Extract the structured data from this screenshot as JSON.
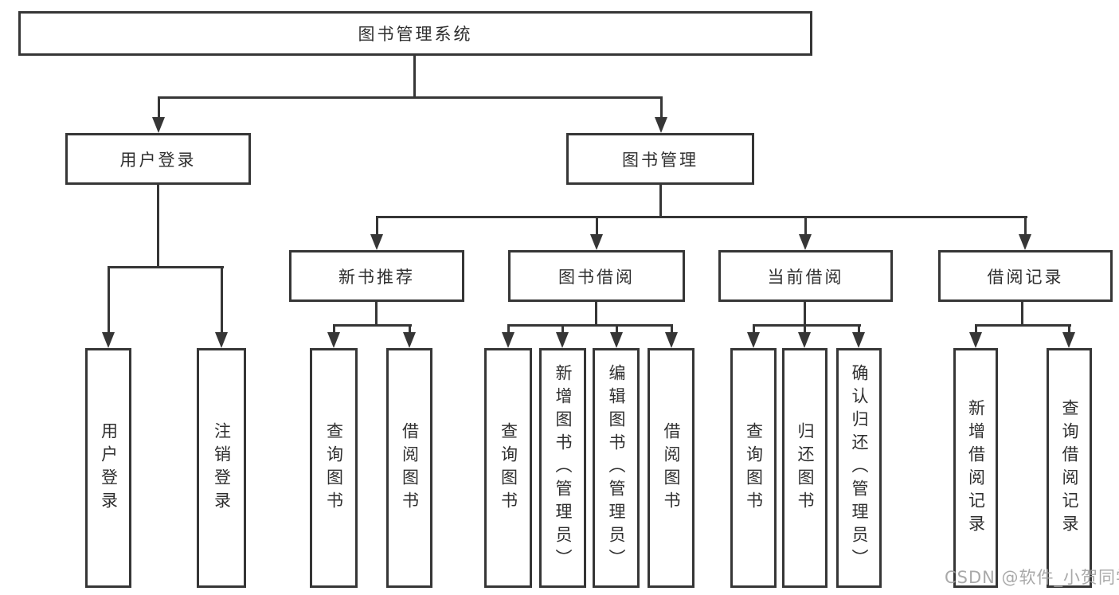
{
  "diagram": {
    "root": {
      "label": "图书管理系统",
      "children": [
        {
          "label": "用户登录",
          "children": [
            {
              "label": "用户登录"
            },
            {
              "label": "注销登录"
            }
          ]
        },
        {
          "label": "图书管理",
          "children": [
            {
              "label": "新书推荐",
              "children": [
                {
                  "label": "查询图书"
                },
                {
                  "label": "借阅图书"
                }
              ]
            },
            {
              "label": "图书借阅",
              "children": [
                {
                  "label": "查询图书"
                },
                {
                  "label": "新增图书（管理员）"
                },
                {
                  "label": "编辑图书（管理员）"
                },
                {
                  "label": "借阅图书"
                }
              ]
            },
            {
              "label": "当前借阅",
              "children": [
                {
                  "label": "查询图书"
                },
                {
                  "label": "归还图书"
                },
                {
                  "label": "确认归还（管理员）"
                }
              ]
            },
            {
              "label": "借阅记录",
              "children": [
                {
                  "label": "新增借阅记录"
                },
                {
                  "label": "查询借阅记录"
                }
              ]
            }
          ]
        }
      ]
    }
  },
  "watermark": {
    "text": "CSDN @软件_小贺同学"
  },
  "colors": {
    "line": "#363636",
    "text": "#2f2f2f",
    "bg": "#ffffff",
    "watermark": "#a0a0a0"
  }
}
